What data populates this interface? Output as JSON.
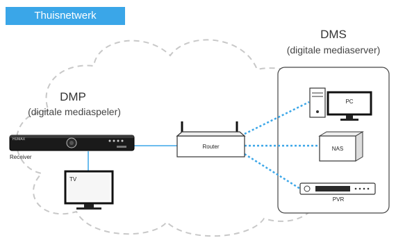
{
  "section_tag": "Thuisnetwerk",
  "dms": {
    "title": "DMS",
    "subtitle": "(digitale mediaserver)"
  },
  "dmp": {
    "title": "DMP",
    "subtitle": "(digitale mediaspeler)"
  },
  "devices": {
    "receiver": "Receiver",
    "tv": "TV",
    "router": "Router",
    "pc": "PC",
    "nas": "NAS",
    "pvr": "PVR",
    "receiver_brand": "HUMAX"
  },
  "colors": {
    "tag_bg": "#3aa6e8",
    "wired_link": "#3aa6e8",
    "wireless_link": "#3aa6e8",
    "cloud_outline": "#c8c8c8",
    "server_box": "#444444"
  }
}
